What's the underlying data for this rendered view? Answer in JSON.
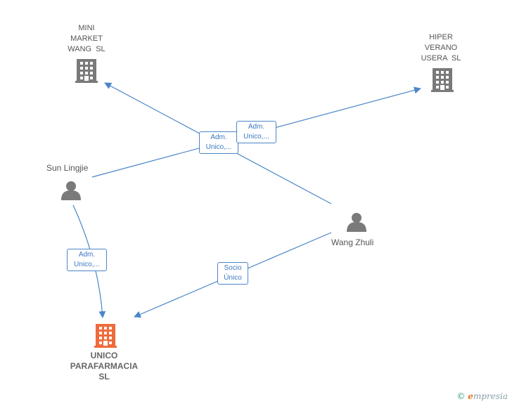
{
  "companies": {
    "mini_market": {
      "name": [
        "MINI",
        "MARKET",
        "WANG  SL"
      ],
      "icon": "building-icon",
      "color": "#7a7a7a"
    },
    "hiper_verano": {
      "name": [
        "HIPER",
        "VERANO",
        "USERA  SL"
      ],
      "icon": "building-icon",
      "color": "#7a7a7a"
    },
    "unico": {
      "name": [
        "UNICO",
        "PARAFARMACIA",
        "SL"
      ],
      "icon": "building-icon",
      "color": "#f06a3c"
    }
  },
  "persons": {
    "sun": {
      "name": "Sun Lingjie",
      "icon": "person-icon"
    },
    "wang": {
      "name": "Wang Zhuli",
      "icon": "person-icon"
    }
  },
  "relations": {
    "sun_mini": [
      "Adm.",
      "Unico,..."
    ],
    "sun_hiper": [
      "Adm.",
      "Unico,..."
    ],
    "sun_unico": [
      "Adm.",
      "Unico,..."
    ],
    "wang_unico": [
      "Socio",
      "Único"
    ]
  },
  "watermark": {
    "copyright": "©",
    "brand_first": "e",
    "brand_rest": "mpresia"
  },
  "colors": {
    "edge": "#4a86c8",
    "node": "#7a7a7a",
    "main": "#f06a3c"
  }
}
